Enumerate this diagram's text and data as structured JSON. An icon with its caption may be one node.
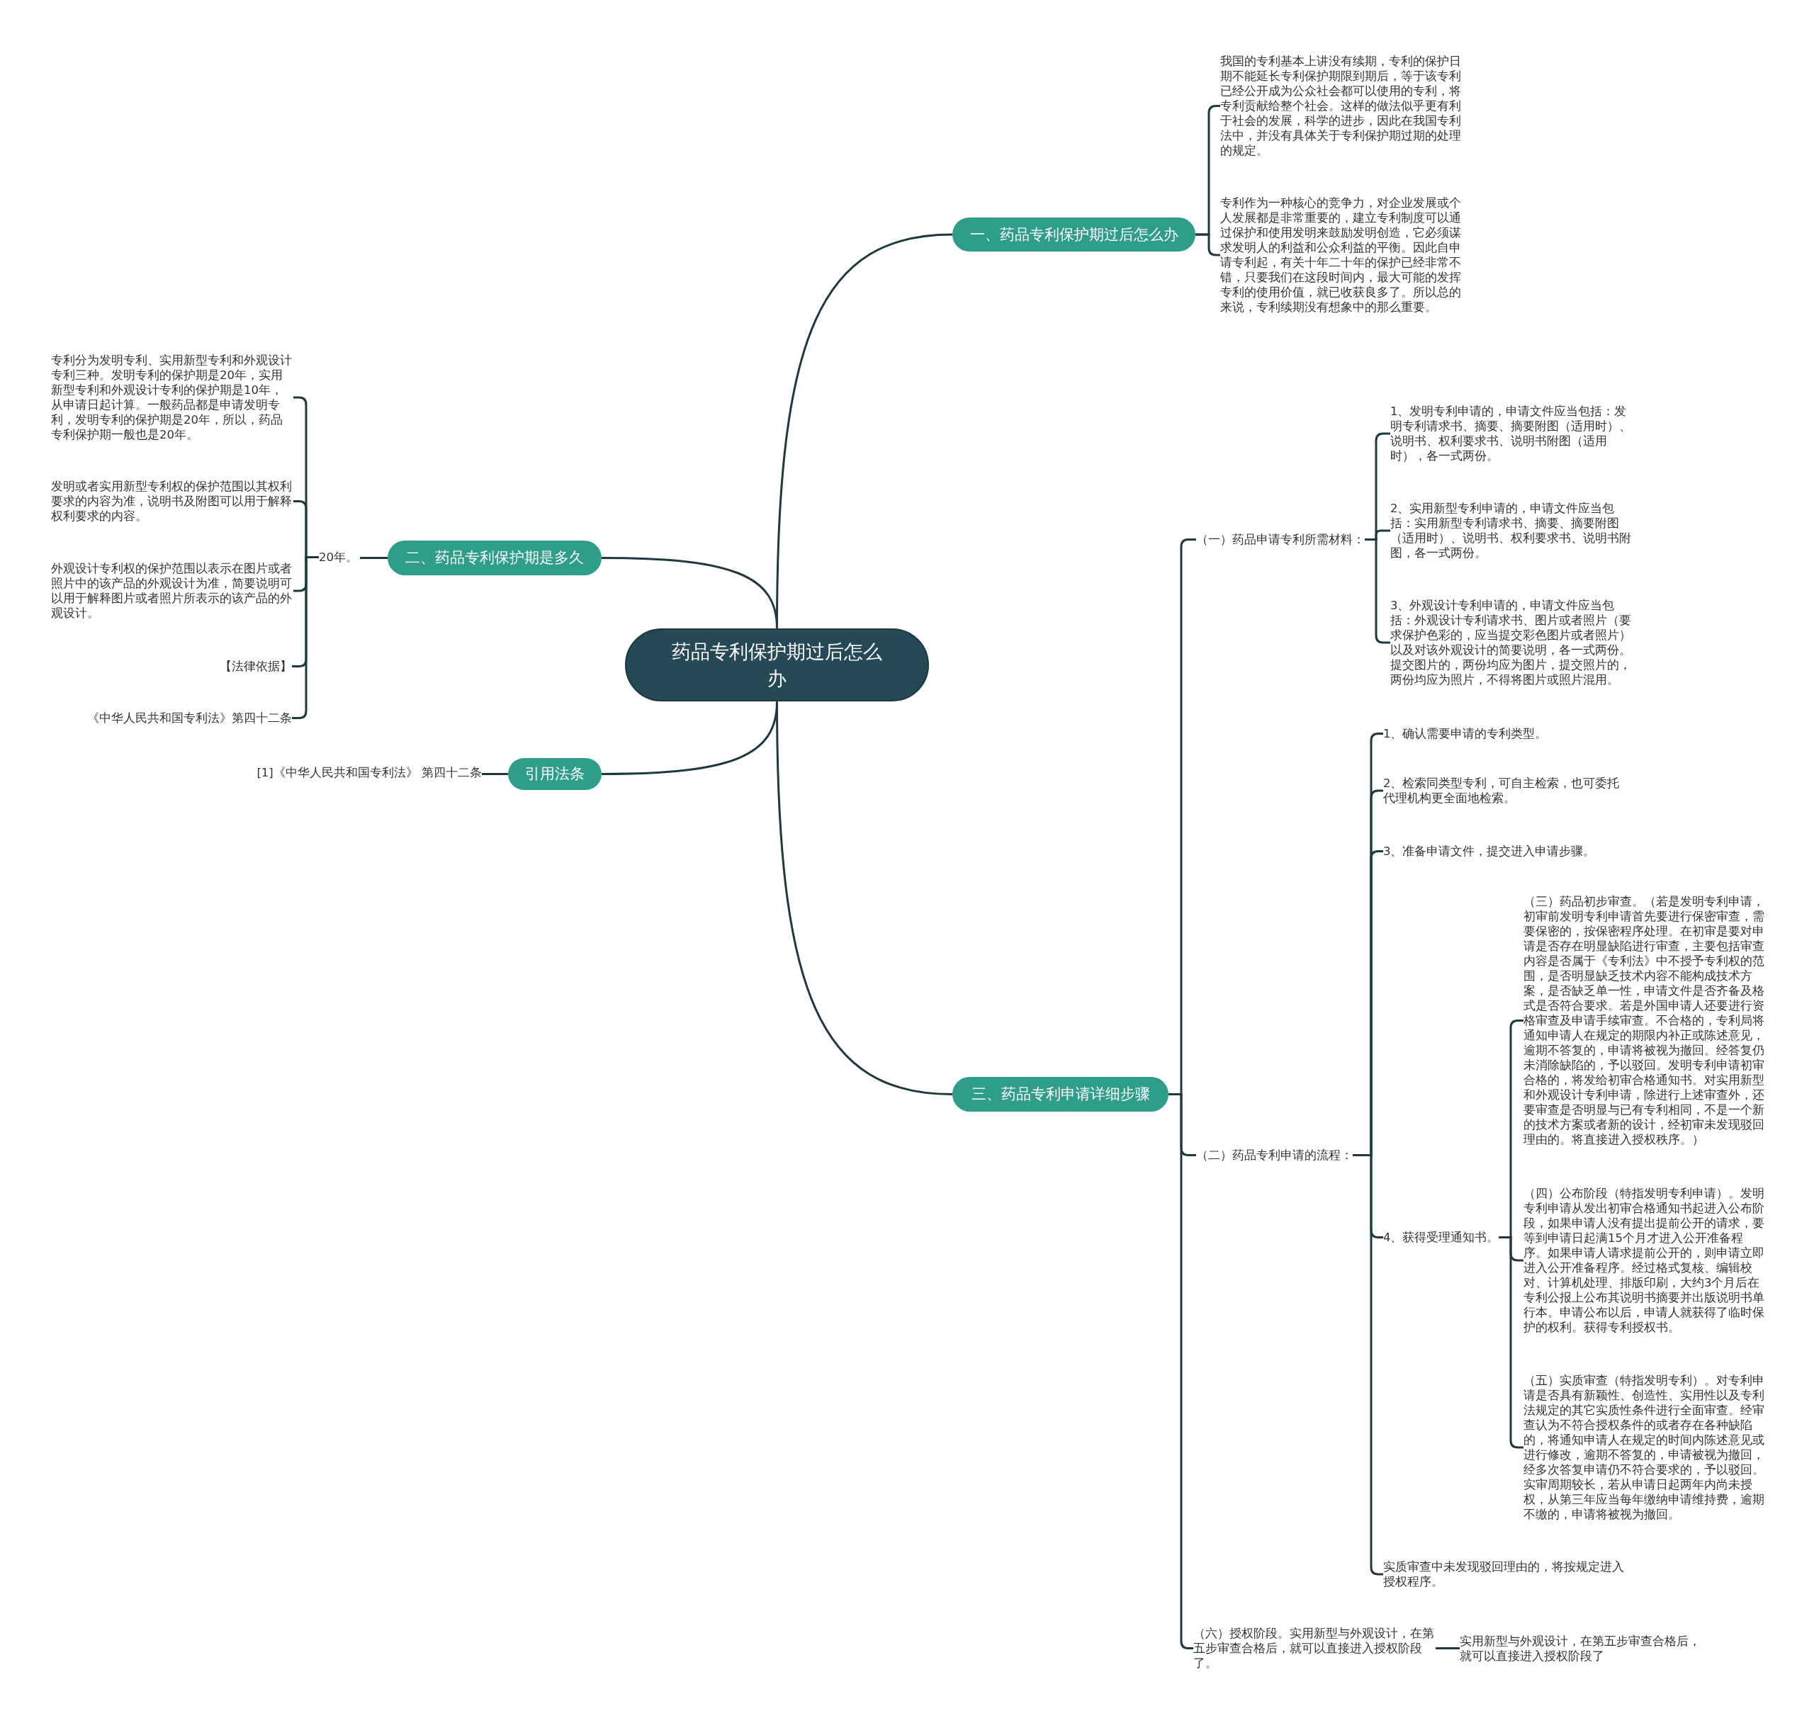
{
  "diagram": {
    "nodes": [
      {
        "text": [
          "药品专利保护期过后怎么办"
        ]
      },
      {
        "text": [
          "一、药品专利保护期过后怎么办"
        ]
      },
      {
        "text": [
          "我国的专利基本上讲没有续期，专利的保护日期不能延长专利保护期限到期后，等于该专利已经公开成为公众社会都可以使用的专利，将专利贡献给整个社会。这样的做法似乎更有利于社会的发展，科学的进步，因此在我国专利法中，并没有具体关于专利保护期过期的处理的规定。"
        ]
      },
      {
        "text": [
          "专利作为一种核心的竞争力，对企业发展或个人发展都是非常重要的，建立专利制度可以通过保护和使用发明来鼓励发明创造，它必须谋求发明人的利益和公众利益的平衡。因此自申请专利起，有关十年二十年的保护已经非常不错，只要我们在这段时间内，最大可能的发挥专利的使用价值，就已收获良多了。所以总的来说，专利续期没有想象中的那么重要。"
        ]
      },
      {
        "text": [
          "二、药品专利保护期是多久"
        ]
      },
      {
        "text": [
          "20年。"
        ]
      },
      {
        "text": [
          "专利分为发明专利、实用新型专利和外观设计专利三种。发明专利的保护期是20年，实用新型专利和外观设计专利的保护期是10年，从申请日起计算。一般药品都是申请发明专利，发明专利的保护期是20年，所以，药品专利保护期一般也是20年。"
        ]
      },
      {
        "text": [
          "发明或者实用新型专利权的保护范围以其权利要求的内容为准，说明书及附图可以用于解释权利要求的内容。"
        ]
      },
      {
        "text": [
          "外观设计专利权的保护范围以表示在图片或者照片中的该产品的外观设计为准，简要说明可以用于解释图片或者照片所表示的该产品的外观设计。"
        ]
      },
      {
        "text": [
          "【法律依据】"
        ]
      },
      {
        "text": [
          "《中华人民共和国专利法》第四十二条"
        ]
      },
      {
        "text": [
          "引用法条"
        ]
      },
      {
        "text": [
          "[1]《中华人民共和国专利法》 第四十二条"
        ]
      },
      {
        "text": [
          "三、药品专利申请详细步骤"
        ]
      },
      {
        "text": [
          "（一）药品申请专利所需材料："
        ]
      },
      {
        "text": [
          "1、发明专利申请的，申请文件应当包括：发明专利请求书、摘要、摘要附图（适用时）、说明书、权利要求书、说明书附图（适用时），各一式两份。"
        ]
      },
      {
        "text": [
          "2、实用新型专利申请的，申请文件应当包括：实用新型专利请求书、摘要、摘要附图（适用时）、说明书、权利要求书、说明书附图，各一式两份。"
        ]
      },
      {
        "text": [
          "3、外观设计专利申请的，申请文件应当包括：外观设计专利请求书、图片或者照片（要求保护色彩的，应当提交彩色图片或者照片）以及对该外观设计的简要说明，各一式两份。提交图片的，两份均应为图片，提交照片的，两份均应为照片，不得将图片或照片混用。"
        ]
      },
      {
        "text": [
          "（二）药品专利申请的流程："
        ]
      },
      {
        "text": [
          "1、确认需要申请的专利类型。"
        ]
      },
      {
        "text": [
          "2、检索同类型专利，可自主检索，也可委托代理机构更全面地检索。"
        ]
      },
      {
        "text": [
          "3、准备申请文件，提交进入申请步骤。"
        ]
      },
      {
        "text": [
          "4、获得受理通知书。"
        ]
      },
      {
        "text": [
          "（三）药品初步审查。（若是发明专利申请，初审前发明专利申请首先要进行保密审查，需要保密的，按保密程序处理。在初审是要对申请是否存在明显缺陷进行审查，主要包括审查内容是否属于《专利法》中不授予专利权的范围，是否明显缺乏技术内容不能构成技术方案，是否缺乏单一性，申请文件是否齐备及格式是否符合要求。若是外国申请人还要进行资格审查及申请手续审查。不合格的，专利局将通知申请人在规定的期限内补正或陈述意见，逾期不答复的，申请将被视为撤回。经答复仍未消除缺陷的，予以驳回。发明专利申请初审合格的，将发给初审合格通知书。对实用新型和外观设计专利申请，除进行上述审查外，还要审查是否明显与已有专利相同，不是一个新的技术方案或者新的设计，经初审未发现驳回理由的。将直接进入授权秩序。）"
        ]
      },
      {
        "text": [
          "（四）公布阶段（特指发明专利申请）。发明专利申请从发出初审合格通知书起进入公布阶段，如果申请人没有提出提前公开的请求，要等到申请日起满15个月才进入公开准备程序。如果申请人请求提前公开的，则申请立即进入公开准备程序。经过格式复核、编辑校对、计算机处理、排版印刷，大约3个月后在专利公报上公布其说明书摘要并出版说明书单行本。申请公布以后，申请人就获得了临时保护的权利。获得专利授权书。"
        ]
      },
      {
        "text": [
          "（五）实质审查（特指发明专利）。对专利申请是否具有新颖性、创造性、实用性以及专利法规定的其它实质性条件进行全面审查。经审查认为不符合授权条件的或者存在各种缺陷的，将通知申请人在规定的时间内陈述意见或进行修改，逾期不答复的，申请被视为撤回，经多次答复申请仍不符合要求的，予以驳回。实审周期较长，若从申请日起两年内尚未授权，从第三年应当每年缴纳申请维持费，逾期不缴的，申请将被视为撤回。"
        ]
      },
      {
        "text": [
          "实质审查中未发现驳回理由的，将按规定进入授权程序。"
        ]
      },
      {
        "text": [
          "（六）授权阶段。实用新型与外观设计，在第五步审查合格后，就可以直接进入授权阶段了。"
        ]
      },
      {
        "text": [
          "实用新型与外观设计，在第五步审查合格后，就可以直接进入授权阶段了"
        ]
      }
    ],
    "edges": [
      {
        "from": 0,
        "to": 1,
        "arrow": "none"
      },
      {
        "from": 1,
        "to": 2,
        "arrow": "none"
      },
      {
        "from": 1,
        "to": 3,
        "arrow": "none"
      },
      {
        "from": 0,
        "to": 4,
        "arrow": "none"
      },
      {
        "from": 4,
        "to": 5,
        "arrow": "none"
      },
      {
        "from": 5,
        "to": 6,
        "arrow": "none"
      },
      {
        "from": 5,
        "to": 7,
        "arrow": "none"
      },
      {
        "from": 5,
        "to": 8,
        "arrow": "none"
      },
      {
        "from": 5,
        "to": 9,
        "arrow": "none"
      },
      {
        "from": 5,
        "to": 10,
        "arrow": "none"
      },
      {
        "from": 0,
        "to": 11,
        "arrow": "none"
      },
      {
        "from": 11,
        "to": 12,
        "arrow": "none"
      },
      {
        "from": 0,
        "to": 13,
        "arrow": "none"
      },
      {
        "from": 13,
        "to": 14,
        "arrow": "none"
      },
      {
        "from": 14,
        "to": 15,
        "arrow": "none"
      },
      {
        "from": 14,
        "to": 16,
        "arrow": "none"
      },
      {
        "from": 14,
        "to": 17,
        "arrow": "none"
      },
      {
        "from": 13,
        "to": 18,
        "arrow": "none"
      },
      {
        "from": 18,
        "to": 19,
        "arrow": "none"
      },
      {
        "from": 18,
        "to": 20,
        "arrow": "none"
      },
      {
        "from": 18,
        "to": 21,
        "arrow": "none"
      },
      {
        "from": 18,
        "to": 22,
        "arrow": "none"
      },
      {
        "from": 22,
        "to": 23,
        "arrow": "none"
      },
      {
        "from": 22,
        "to": 24,
        "arrow": "none"
      },
      {
        "from": 22,
        "to": 25,
        "arrow": "none"
      },
      {
        "from": 18,
        "to": 26,
        "arrow": "none"
      },
      {
        "from": 13,
        "to": 27,
        "arrow": "none"
      },
      {
        "from": 27,
        "to": 28,
        "arrow": "none"
      }
    ]
  }
}
